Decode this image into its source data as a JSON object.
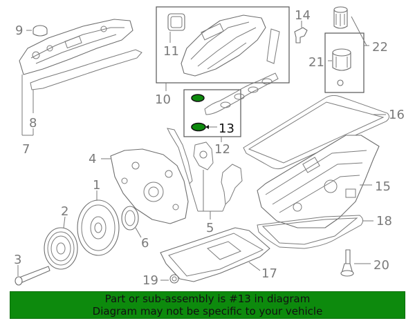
{
  "diagram": {
    "callouts": [
      "1",
      "2",
      "3",
      "4",
      "5",
      "6",
      "7",
      "8",
      "9",
      "10",
      "11",
      "12",
      "13",
      "14",
      "15",
      "16",
      "17",
      "18",
      "19",
      "20",
      "21",
      "22"
    ],
    "highlight": "13",
    "highlight_color": "#0d8a0d"
  },
  "banner": {
    "line1": "Part or sub-assembly is #13 in diagram",
    "line2": "Diagram may not be specific to your vehicle",
    "bg_color": "#0d8a0d"
  }
}
